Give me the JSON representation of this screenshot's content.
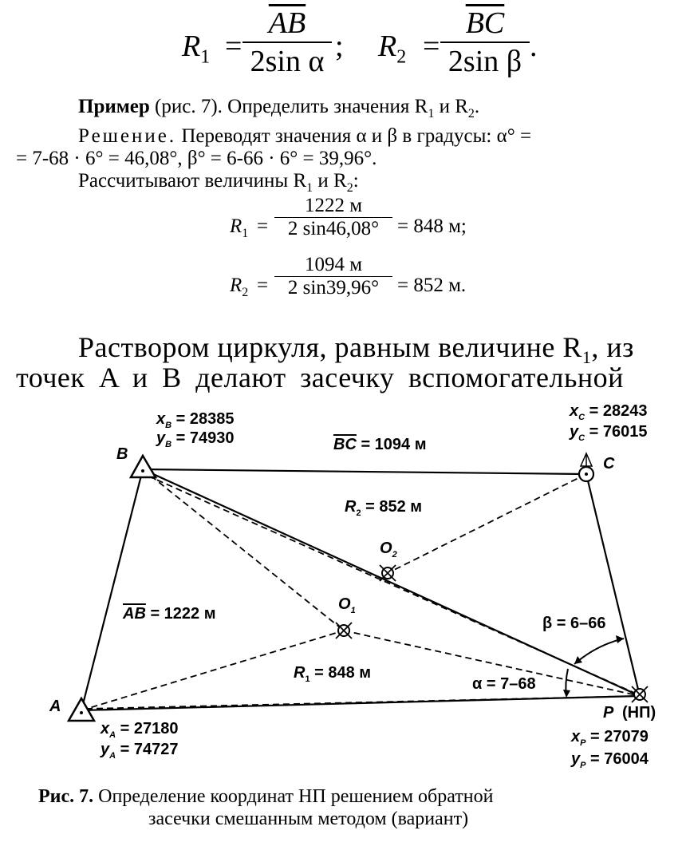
{
  "formula_top": {
    "r1_lhs": "R",
    "r1_sub": "1",
    "eq": "=",
    "r1_num": "AB",
    "r1_den": "2sin α",
    "sep": ";",
    "r2_lhs": "R",
    "r2_sub": "2",
    "r2_num": "BC",
    "r2_den": "2sin β",
    "end": "."
  },
  "example": {
    "bold": "Пример",
    "rest": " (рис. 7). Определить значения R",
    "sub1": "1",
    "and": " и R",
    "sub2": "2",
    "dot": "."
  },
  "solution": {
    "head": "Решение.",
    "line1": " Переводят значения α и β в градусы: α° =",
    "line2": "= 7-68 · 6° = 46,08°, β° = 6-66 · 6° = 39,96°.",
    "line3": "Рассчитывают величины R",
    "line3_sub1": "1",
    "line3_and": " и R",
    "line3_sub2": "2",
    "line3_end": ":"
  },
  "calc": {
    "r1_lhs": "R",
    "r1_sub": "1",
    "r1_num": "1222 м",
    "r1_den": "2 sin46,08°",
    "r1_res": "= 848 м;",
    "r2_lhs": "R",
    "r2_sub": "2",
    "r2_num": "1094 м",
    "r2_den": "2 sin39,96°",
    "r2_res": "= 852 м."
  },
  "paragraph": {
    "line1_a": "Раствором циркуля, равным величине R",
    "line1_sub": "1",
    "line1_b": ", из",
    "line2": "точек A и B делают засечку вспомогательной"
  },
  "figure": {
    "B_label": "B",
    "xB": "x",
    "xB_sub": "B",
    "xB_val": " = 28385",
    "yB": "y",
    "yB_sub": "B",
    "yB_val": " = 74930",
    "C_label": "C",
    "xC": "x",
    "xC_sub": "C",
    "xC_val": " = 28243",
    "yC": "y",
    "yC_sub": "C",
    "yC_val": " = 76015",
    "BC": "BC",
    "BC_val": " = 1094 м",
    "R2": "R",
    "R2_sub": "2",
    "R2_val": " = 852 м",
    "O2": "O",
    "O2_sub": "2",
    "O1": "O",
    "O1_sub": "1",
    "AB": "AB",
    "AB_val": " = 1222 м",
    "beta": "β = 6–66",
    "R1": "R",
    "R1_sub": "1",
    "R1_val": " = 848 м",
    "alpha": "α = 7–68",
    "A_label": "A",
    "xA": "x",
    "xA_sub": "A",
    "xA_val": " = 27180",
    "yA": "y",
    "yA_sub": "A",
    "yA_val": " = 74727",
    "P_label": "P",
    "NP": "(НП)",
    "xP": "x",
    "xP_sub": "P",
    "xP_val": " = 27079",
    "yP": "y",
    "yP_sub": "P",
    "yP_val": " = 76004"
  },
  "caption": {
    "bold": "Рис. 7.",
    "line1": " Определение координат НП решением обратной",
    "line2": "засечки смешанным методом (вариант)"
  }
}
